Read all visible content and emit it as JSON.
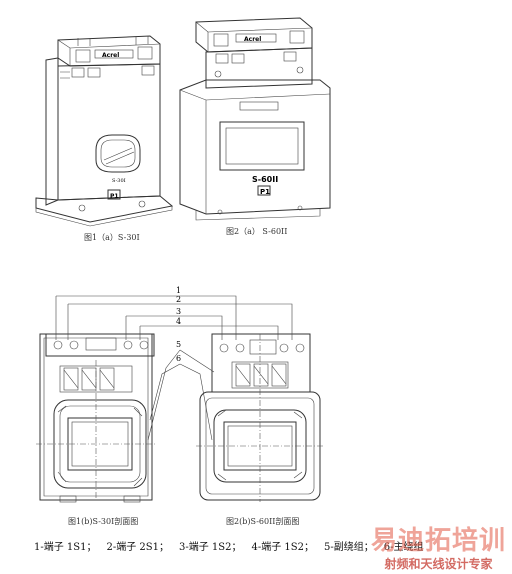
{
  "figures": {
    "fig1a_caption": "图1（a）S-30I",
    "fig2a_caption": "图2（a） S-60II",
    "fig1b_caption": "图1(b)S-30I剖面图",
    "fig2b_caption": "图2(b)S-60II剖面图"
  },
  "device_labels": {
    "s30_front_label": "S-30I",
    "s60_front_label": "S-60II",
    "p1_label": "P1",
    "brand_label": "Acrel"
  },
  "callouts": [
    "1",
    "2",
    "3",
    "4",
    "5",
    "6"
  ],
  "legend": [
    "1-端子 1S1；",
    "2-端子 2S1；",
    "3-端子 1S2；",
    "4-端子 1S2；",
    "5-副绕组；",
    "6-主绕组"
  ],
  "watermark": {
    "title": "易迪拓培训",
    "subtitle": "射频和天线设计专家"
  }
}
